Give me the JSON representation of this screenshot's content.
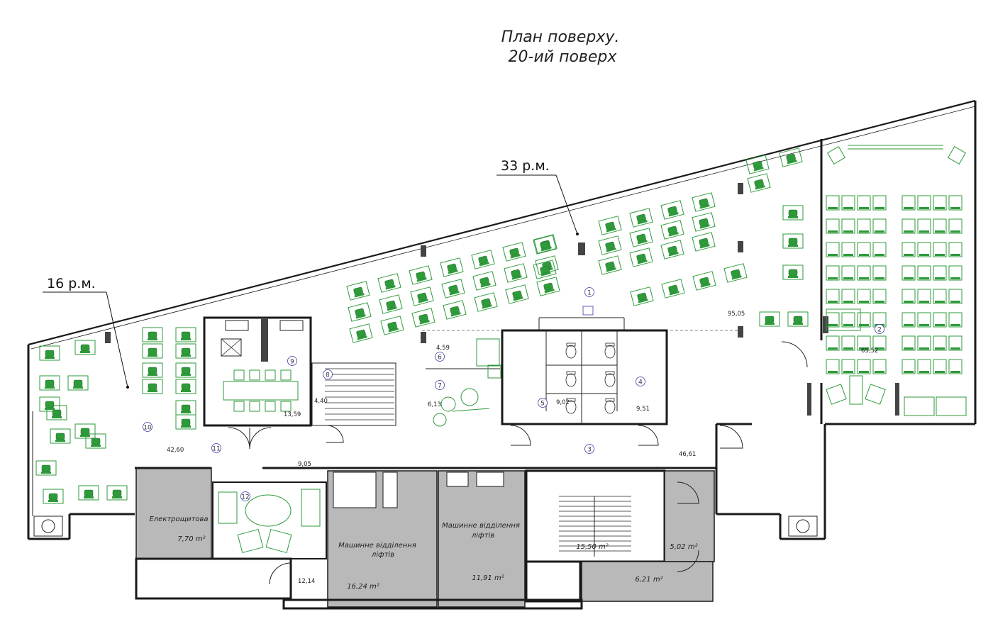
{
  "title": {
    "line1": "План поверху.",
    "line2": "20-ий поверх"
  },
  "callouts": {
    "left": "16 р.м.",
    "center": "33 р.м."
  },
  "areas": [
    {
      "id": "area-95",
      "value": "95,05"
    },
    {
      "id": "area-65",
      "value": "65,52"
    },
    {
      "id": "area-459",
      "value": "4,59"
    },
    {
      "id": "area-613",
      "value": "6,13"
    },
    {
      "id": "area-902",
      "value": "9,02"
    },
    {
      "id": "area-951",
      "value": "9,51"
    },
    {
      "id": "area-1359",
      "value": "13,59"
    },
    {
      "id": "area-440",
      "value": "4,40"
    },
    {
      "id": "area-4260",
      "value": "42,60"
    },
    {
      "id": "area-905",
      "value": "9,05"
    },
    {
      "id": "area-4661",
      "value": "46,61"
    },
    {
      "id": "area-1214",
      "value": "12,14"
    }
  ],
  "room_numbers": [
    "1",
    "2",
    "3",
    "4",
    "5",
    "6",
    "7",
    "8",
    "9",
    "10",
    "11",
    "12"
  ],
  "rooms": {
    "electrical": {
      "name": "Електрощитова",
      "area": "7,70 m²"
    },
    "lift1": {
      "name1": "Машинне відділення",
      "name2": "ліфтів",
      "area": "16,24 m²"
    },
    "lift2": {
      "name1": "Машинне відділення",
      "name2": "ліфтів",
      "area": "11,91 m²"
    },
    "stairs": {
      "area": "15,50 m²"
    },
    "small1": {
      "area": "5,02 m²"
    },
    "small2": {
      "area": "6,21 m²"
    }
  },
  "colors": {
    "furniture": "#2e9a3a",
    "walls": "#1a1a1a",
    "service_fill": "#b9b9b9",
    "room_bubble": "#3a3aa8"
  }
}
